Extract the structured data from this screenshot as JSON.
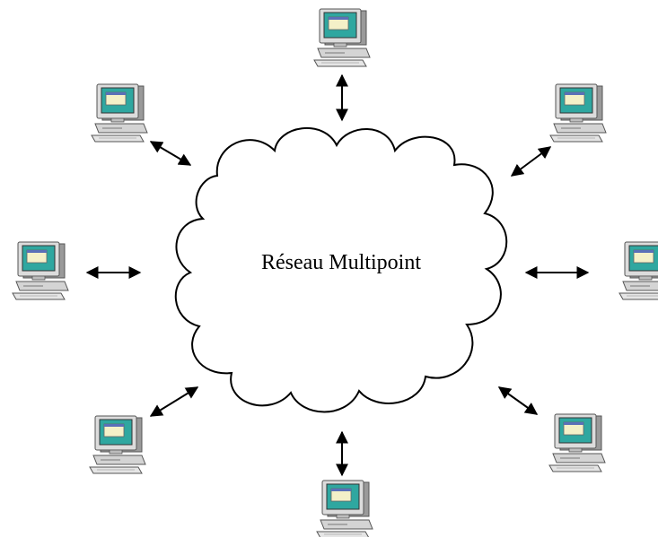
{
  "network": {
    "label": "Réseau Multipoint",
    "stations": [
      "top",
      "top-right",
      "right",
      "bottom-right",
      "bottom",
      "bottom-left",
      "left",
      "top-left"
    ]
  },
  "colors": {
    "screen": "#2fa7a0",
    "screen_window": "#f4f0c8",
    "monitor_body": "#d9d9d9",
    "outline": "#000000"
  }
}
